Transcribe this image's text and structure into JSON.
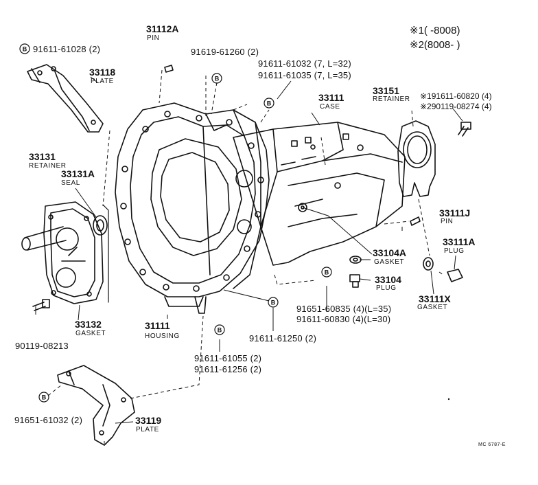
{
  "legend": {
    "row1": "※1(       -8008)",
    "row2": "※2(8008-        )"
  },
  "bolt_marker": "B",
  "labels": {
    "p31112A": "31112A",
    "p31112A_name": "PIN",
    "b91611_61028": "91611-61028 (2)",
    "p33118": "33118",
    "p33118_name": "PLATE",
    "b91619_61260": "91619-61260 (2)",
    "b91611_61032": "91611-61032 (7, L=32)",
    "b91611_61035": "91611-61035 (7, L=35)",
    "p33111": "33111",
    "p33111_name": "CASE",
    "p33151": "33151",
    "p33151_name": "RETAINER",
    "b191611_60820": "※191611-60820 (4)",
    "b290119_08274": "※290119-08274 (4)",
    "p33131": "33131",
    "p33131_name": "RETAINER",
    "p33131A": "33131A",
    "p33131A_name": "SEAL",
    "p33111J": "33111J",
    "p33111J_name": "PIN",
    "p33111A": "33111A",
    "p33111A_name": "PLUG",
    "p33104A": "33104A",
    "p33104A_name": "GASKET",
    "p33104": "33104",
    "p33104_name": "PLUG",
    "p33111X": "33111X",
    "p33111X_name": "GASKET",
    "b91651_60835": "91651-60835 (4)(L=35)",
    "b91611_60830": "91611-60830 (4)(L=30)",
    "p33132": "33132",
    "p33132_name": "GASKET",
    "p31111": "31111",
    "p31111_name": "HOUSING",
    "b91611_61250": "91611-61250 (2)",
    "b90119_08213": "90119-08213",
    "b91611_61055": "91611-61055 (2)",
    "b91611_61256": "91611-61256 (2)",
    "b91651_61032": "91651-61032 (2)",
    "p33119": "33119",
    "p33119_name": "PLATE",
    "figure_code": "MC 6787-E"
  }
}
